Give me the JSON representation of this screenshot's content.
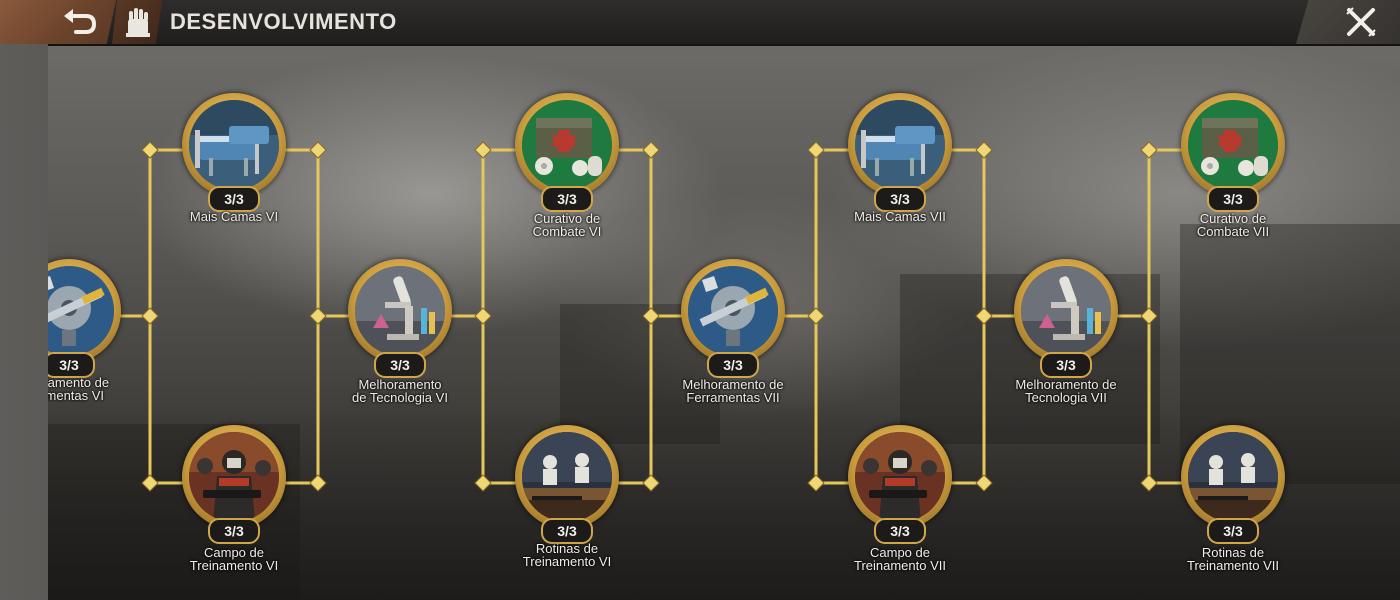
{
  "header": {
    "title": "DESENVOLVIMENTO",
    "back_icon": "back-arrow-icon",
    "emblem_icon": "fist-icon",
    "close_icon": "close-x-icon"
  },
  "colors": {
    "gold": "#e6c85a",
    "header_bg": "#1f1e1d",
    "back_button_bg": "#7a4d33",
    "badge_border": "#d1a64a"
  },
  "nodes": [
    {
      "id": "tools-vi",
      "name": "Melhoramento de Ferramentas VI",
      "line1": "horamento de",
      "line2": "ramentas VI",
      "progress": "3/3",
      "icon": "tools-icon"
    },
    {
      "id": "beds-vi",
      "name": "Mais Camas VI",
      "line1": "Mais Camas VI",
      "line2": "",
      "progress": "3/3",
      "icon": "hospital-bed-icon"
    },
    {
      "id": "training-vi",
      "name": "Campo de Treinamento VI",
      "line1": "Campo de",
      "line2": "Treinamento VI",
      "progress": "3/3",
      "icon": "soldier-icon"
    },
    {
      "id": "tech-vi",
      "name": "Melhoramento de Tecnologia VI",
      "line1": "Melhoramento",
      "line2": "de Tecnologia VI",
      "progress": "3/3",
      "icon": "microscope-icon"
    },
    {
      "id": "bandage-vi",
      "name": "Curativo de Combate VI",
      "line1": "Curativo de",
      "line2": "Combate VI",
      "progress": "3/3",
      "icon": "first-aid-kit-icon"
    },
    {
      "id": "routines-vi",
      "name": "Rotinas de Treinamento VI",
      "line1": "Rotinas de",
      "line2": "Treinamento VI",
      "progress": "3/3",
      "icon": "shooting-range-icon"
    },
    {
      "id": "tools-vii",
      "name": "Melhoramento de Ferramentas VII",
      "line1": "Melhoramento de",
      "line2": "Ferramentas VII",
      "progress": "3/3",
      "icon": "tools-icon"
    },
    {
      "id": "beds-vii",
      "name": "Mais Camas VII",
      "line1": "Mais Camas VII",
      "line2": "",
      "progress": "3/3",
      "icon": "hospital-bed-icon"
    },
    {
      "id": "training-vii",
      "name": "Campo de Treinamento VII",
      "line1": "Campo de",
      "line2": "Treinamento VII",
      "progress": "3/3",
      "icon": "soldier-icon"
    },
    {
      "id": "tech-vii",
      "name": "Melhoramento de Tecnologia VII",
      "line1": "Melhoramento de",
      "line2": "Tecnologia VII",
      "progress": "3/3",
      "icon": "microscope-icon"
    },
    {
      "id": "bandage-vii",
      "name": "Curativo de Combate VII",
      "line1": "Curativo de",
      "line2": "Combate VII",
      "progress": "3/3",
      "icon": "first-aid-kit-icon"
    },
    {
      "id": "routines-vii",
      "name": "Rotinas de Treinamento VII",
      "line1": "Rotinas de",
      "line2": "Treinamento VII",
      "progress": "3/3",
      "icon": "shooting-range-icon"
    }
  ]
}
